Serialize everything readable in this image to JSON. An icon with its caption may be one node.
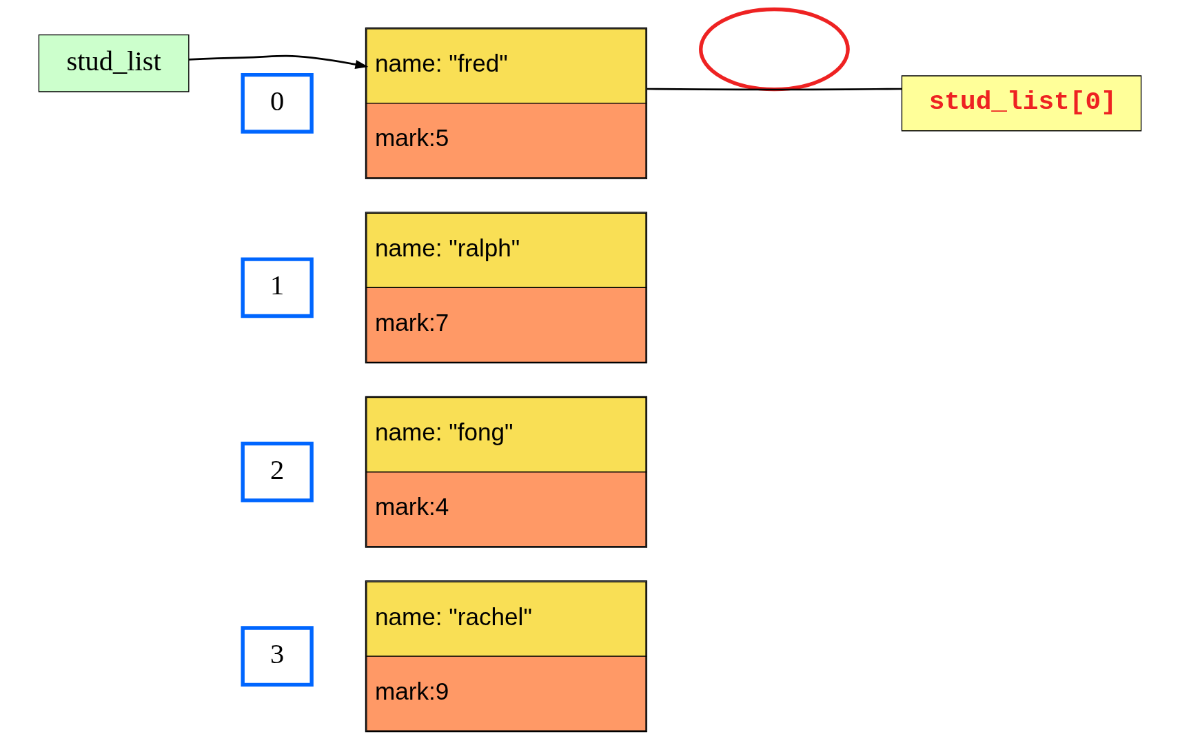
{
  "diagram": {
    "nodes": [
      {
        "text": [
          "stud_list"
        ]
      },
      {
        "text": [],
        "shape": "circle"
      },
      {
        "text": [
          "0"
        ]
      },
      {
        "text": [
          "name: \"fred\"",
          "mark:5"
        ]
      },
      {
        "text": [
          "stud_list[0]"
        ]
      },
      {
        "text": [
          "1"
        ]
      },
      {
        "text": [
          "name: \"ralph\"",
          "mark:7"
        ]
      },
      {
        "text": [
          "2"
        ]
      },
      {
        "text": [
          "name: \"fong\"",
          "mark:4"
        ]
      },
      {
        "text": [
          "3"
        ]
      },
      {
        "text": [
          "name: \"rachel\"",
          "mark:9"
        ]
      }
    ],
    "edges": [
      {
        "from": 0,
        "to": 3,
        "arrow": "to"
      },
      {
        "from": 4,
        "to": 3,
        "arrow": "none"
      }
    ]
  }
}
